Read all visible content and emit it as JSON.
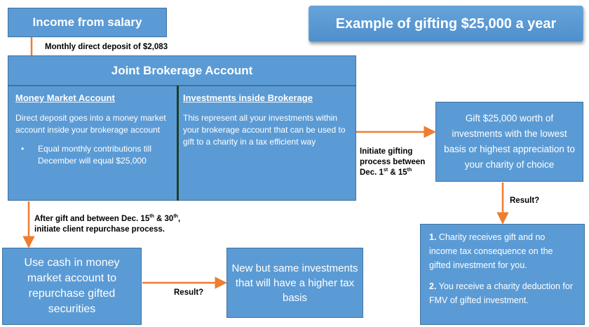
{
  "title": "Example of gifting $25,000 a year",
  "income": "Income from salary",
  "deposit_label": "Monthly direct deposit of $2,083",
  "joint_account": "Joint Brokerage Account",
  "money_market": {
    "heading": "Money Market Account",
    "text": "Direct deposit goes into a money market account inside your brokerage account",
    "bullet": "Equal monthly contributions till December will equal $25,000"
  },
  "investments": {
    "heading": "Investments inside Brokerage",
    "text": "This represent all your investments within your brokerage account that can be used to gift to a charity in a tax efficient way"
  },
  "gifting": {
    "line1": "Initiate gifting",
    "line2": "process between",
    "line3_a": "Dec. 1",
    "sup1": "st",
    "line3_b": " & 15",
    "sup2": "th"
  },
  "gift_box": "Gift $25,000 worth of investments with the lowest basis or highest appreciation to your charity of choice",
  "result_label": "Result?",
  "result_box": {
    "p1_num": "1.",
    "p1_text": " Charity receives gift and no income tax consequence on the gifted investment for you.",
    "p2_num": "2.",
    "p2_text": " You receive a charity deduction for FMV of gifted investment."
  },
  "after_gift": {
    "a": "After gift and between Dec. 15",
    "sup1": "th",
    "b": " & 30",
    "sup2": "th",
    "c": ",",
    "line2": "initiate client repurchase process."
  },
  "cash_box": "Use cash in money market account to repurchase gifted securities",
  "result_label2": "Result?",
  "new_box": "New but same investments that will have a higher tax basis",
  "colors": {
    "box": "#5b9bd5",
    "border": "#41719c",
    "arrow": "#ed7d31",
    "divider": "#1e3f27"
  }
}
